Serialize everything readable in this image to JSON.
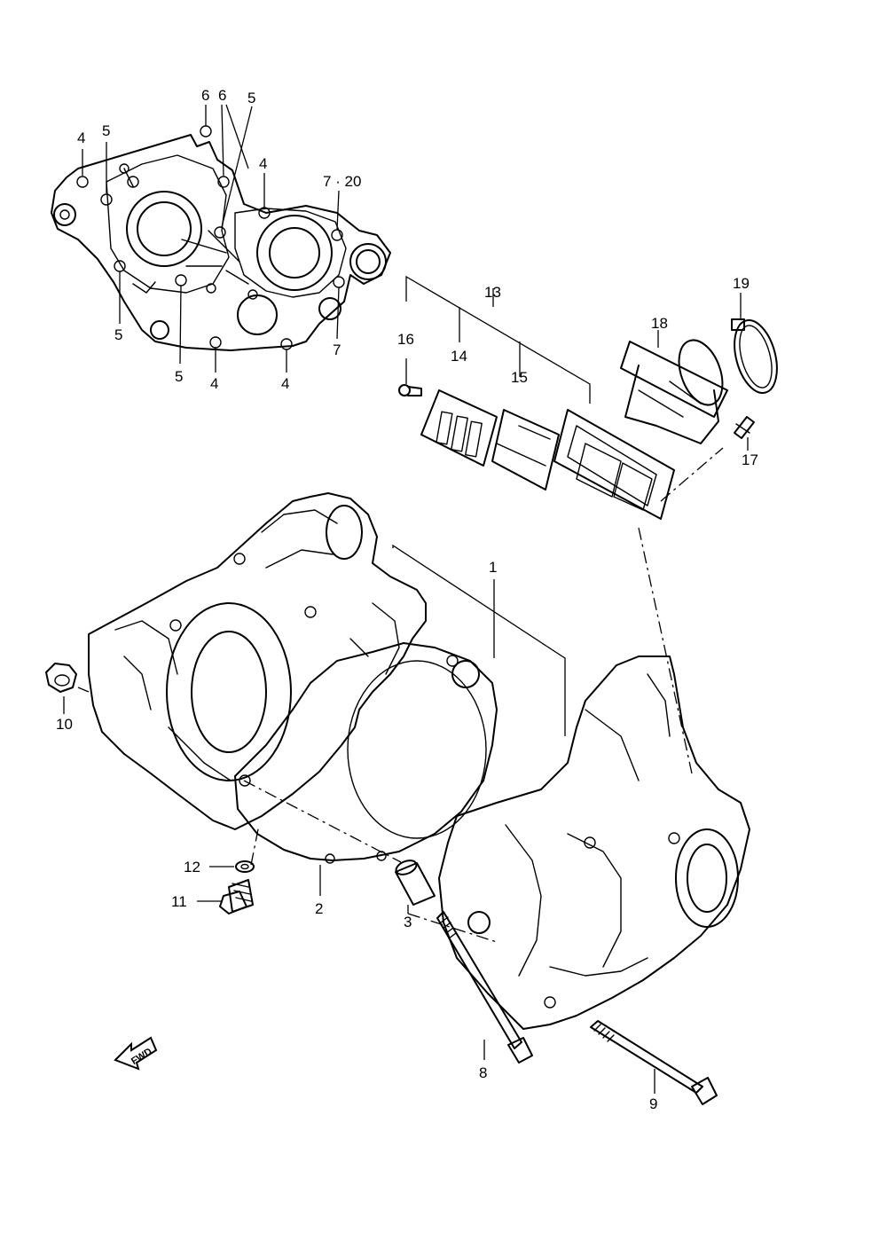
{
  "callouts": {
    "c1": "1",
    "c2": "2",
    "c3": "3",
    "c4a": "4",
    "c4b": "4",
    "c4c": "4",
    "c4d": "4",
    "c5a": "5",
    "c5b": "5",
    "c5c": "5",
    "c5d": "5",
    "c6a": "6",
    "c6b": "6",
    "c7a": "7 · 20",
    "c7b": "7",
    "c8": "8",
    "c9": "9",
    "c10": "10",
    "c11": "11",
    "c12": "12",
    "c13": "13",
    "c14": "14",
    "c15": "15",
    "c16": "16",
    "c17": "17",
    "c18": "18",
    "c19": "19"
  },
  "fwd_marker": {
    "label": "FWD",
    "icon": "forward-arrow-icon"
  },
  "colors": {
    "line": "#000000",
    "background": "#ffffff"
  }
}
